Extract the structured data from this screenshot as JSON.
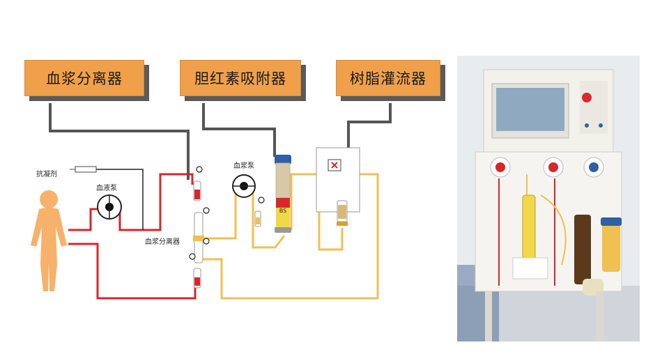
{
  "boxes": {
    "plasma_separator": "血浆分离器",
    "bilirubin_adsorber": "胆红素吸附器",
    "resin_perfusion": "树脂灌流器"
  },
  "circuit": {
    "anticoagulant": "抗凝剂",
    "blood_pump": "血液泵",
    "plasma_pump": "血浆泵",
    "separator": "血浆分离器",
    "bs_label": "BS"
  },
  "colors": {
    "blood_line": "#d8262b",
    "plasma_line": "#f0c050",
    "label_fill": "#f0a04b",
    "connector": "#555555"
  }
}
